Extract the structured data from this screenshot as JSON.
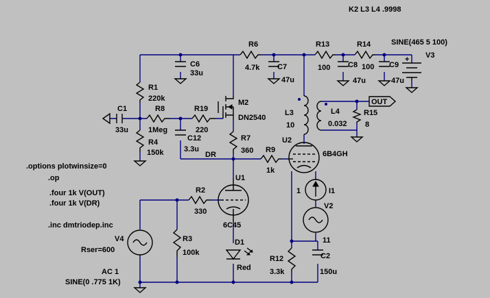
{
  "directive_k": "K2 L3 L4 .9998",
  "v3_source": "SINE(465 5 100)",
  "directives": {
    "plotwinsize": ".options plotwinsize=0",
    "op": ".op",
    "four_out": ".four 1k V(OUT)",
    "four_dr": ".four 1k V(DR)",
    "inc": ".inc dmtriodep.inc"
  },
  "components": {
    "R6": {
      "name": "R6",
      "value": "4.7k"
    },
    "C7": {
      "name": "C7",
      "value": "47u"
    },
    "R13": {
      "name": "R13",
      "value": "100"
    },
    "C8": {
      "name": "C8",
      "value": "47u"
    },
    "R14": {
      "name": "R14",
      "value": "100"
    },
    "C9": {
      "name": "C9",
      "value": "47u"
    },
    "V3": {
      "name": "V3"
    },
    "C6": {
      "name": "C6",
      "value": "33u"
    },
    "R1": {
      "name": "R1",
      "value": "220k"
    },
    "C1": {
      "name": "C1",
      "value": "33u"
    },
    "R8": {
      "name": "R8",
      "value": "1Meg"
    },
    "R4": {
      "name": "R4",
      "value": "150k"
    },
    "R19": {
      "name": "R19",
      "value": "220"
    },
    "C12": {
      "name": "C12",
      "value": "3.3u"
    },
    "M2": {
      "name": "M2",
      "value": "DN2540"
    },
    "R7": {
      "name": "R7",
      "value": "360"
    },
    "L3": {
      "name": "L3",
      "value": "10"
    },
    "L4": {
      "name": "L4",
      "value": "0.032"
    },
    "R15": {
      "name": "R15",
      "value": "8"
    },
    "R9": {
      "name": "R9",
      "value": "1k"
    },
    "U2": {
      "name": "U2",
      "value": "6B4GH"
    },
    "U1": {
      "name": "U1",
      "value": "6C45"
    },
    "R2": {
      "name": "R2",
      "value": "330"
    },
    "I1": {
      "name": "I1",
      "value": "1"
    },
    "V2": {
      "name": "V2",
      "value": "11"
    },
    "V4": {
      "name": "V4",
      "rser": "Rser=600",
      "ac": "AC 1",
      "sine": "SINE(0 .775 1K)"
    },
    "R3": {
      "name": "R3",
      "value": "100k"
    },
    "D1": {
      "name": "D1",
      "value": "Red"
    },
    "R12": {
      "name": "R12",
      "value": "3.3k"
    },
    "C2": {
      "name": "C2",
      "value": "150u"
    }
  },
  "nets": {
    "dr": "DR",
    "out": "OUT"
  }
}
